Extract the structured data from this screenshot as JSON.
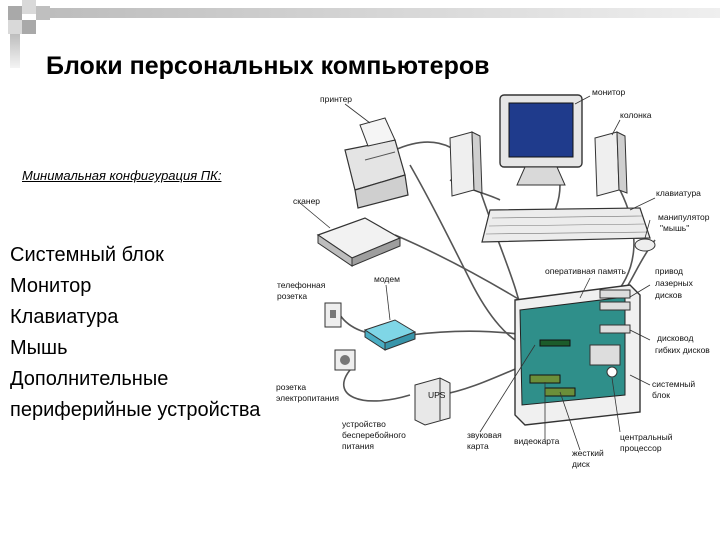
{
  "slide": {
    "title": "Блоки персональных компьютеров",
    "subtitle": "Минимальная конфигурация ПК:",
    "items": [
      "Системный блок",
      "Монитор",
      "Клавиатура",
      "Мышь",
      "Дополнительные",
      "периферийные устройства"
    ]
  },
  "diagram": {
    "labels": {
      "printer": "принтер",
      "monitor": "монитор",
      "speaker": "колонка",
      "scanner": "сканер",
      "keyboard": "клавиатура",
      "mouse_1": "манипулятор",
      "mouse_2": "\"мышь\"",
      "modem": "модем",
      "phone_1": "телефонная",
      "phone_2": "розетка",
      "ram": "оперативная память",
      "cd_1": "привод",
      "cd_2": "лазерных",
      "cd_3": "дисков",
      "fdd_1": "дисковод",
      "fdd_2": "гибких дисков",
      "socket_1": "розетка",
      "socket_2": "электропитания",
      "ups_device": "UPS",
      "ups_1": "устройство",
      "ups_2": "бесперебойного",
      "ups_3": "питания",
      "sound_1": "звуковая",
      "sound_2": "карта",
      "video": "видеокарта",
      "hdd_1": "жесткий",
      "hdd_2": "диск",
      "sysunit_1": "системный",
      "sysunit_2": "блок",
      "cpu_1": "центральный",
      "cpu_2": "процессор"
    }
  },
  "colors": {
    "deco_gray": "#a9a9a9",
    "deco_light": "#d9d9d9",
    "screen_blue": "#1f3b8c",
    "board_teal": "#2f8f8a",
    "modem_cyan": "#7fd6e6"
  }
}
